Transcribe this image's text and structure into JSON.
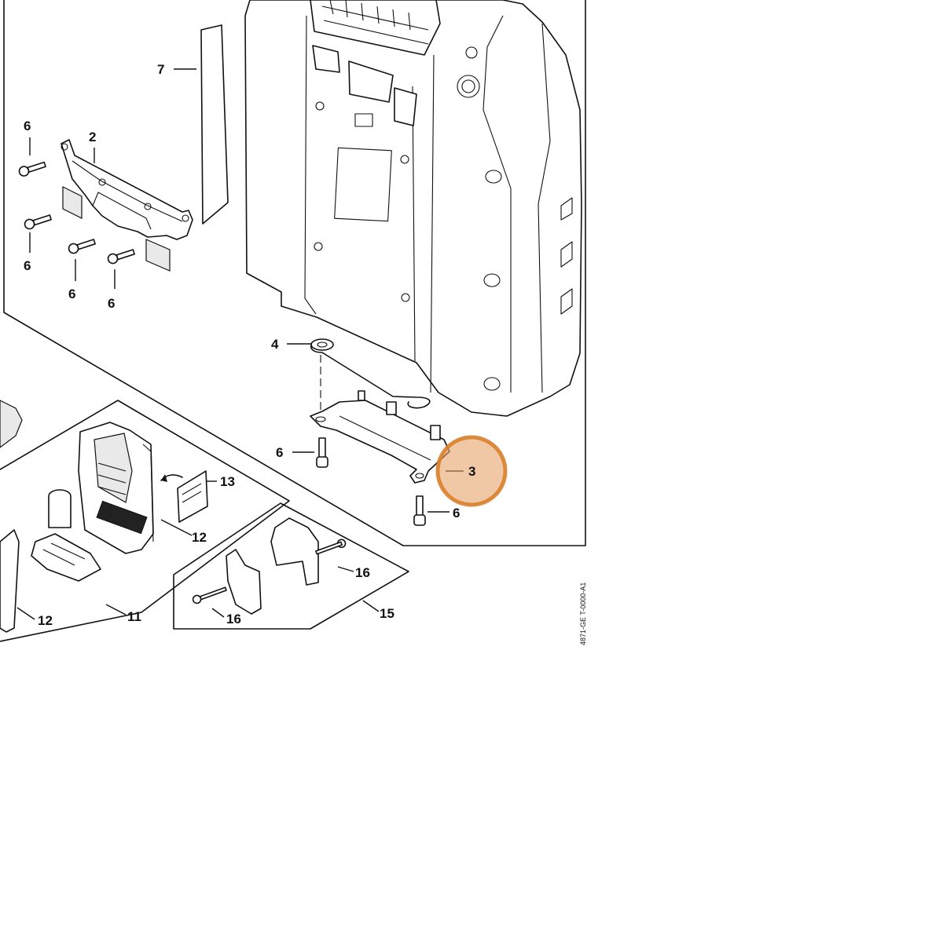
{
  "callouts": {
    "c2": "2",
    "c3": "3",
    "c4": "4",
    "c6a": "6",
    "c6b": "6",
    "c6c": "6",
    "c6d": "6",
    "c6e": "6",
    "c6f": "6",
    "c7": "7",
    "c11": "11",
    "c12a": "12",
    "c12b": "12",
    "c13": "13",
    "c15": "15",
    "c16a": "16",
    "c16b": "16"
  },
  "drawing_code": "4871-GE T-0000-A1",
  "highlight": {
    "label": "3",
    "color": "#e8a36a"
  }
}
